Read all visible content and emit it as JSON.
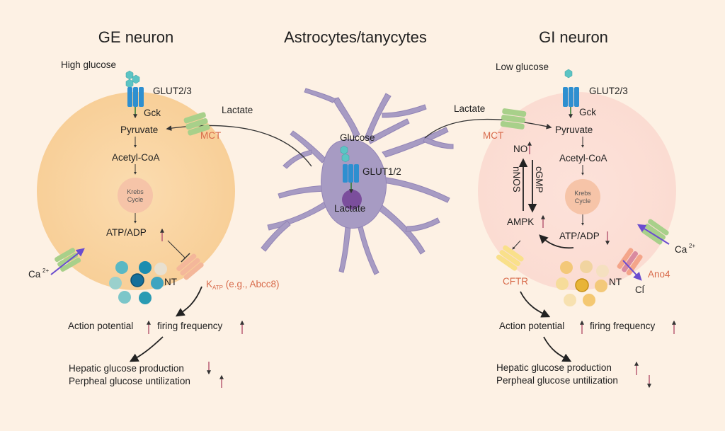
{
  "titles": {
    "ge": "GE neuron",
    "astro": "Astrocytes/tanycytes",
    "gi": "GI neuron"
  },
  "astro": {
    "glucose": "Glucose",
    "glut": "GLUT1/2",
    "lactate": "Lactate"
  },
  "ge": {
    "glucose_label": "High glucose",
    "glut": "GLUT2/3",
    "gck": "Gck",
    "pyruvate": "Pyruvate",
    "acetyl": "Acetyl-CoA",
    "krebs1": "Krebs",
    "krebs2": "Cycle",
    "atp": "ATP/ADP",
    "mct": "MCT",
    "lactate": "Lactate",
    "ca": "Ca",
    "ca_sup": "2+",
    "nt": "NT",
    "katp_k": "K",
    "katp_sub": "ATP",
    "katp_rest": " (e.g., Abcc8)",
    "ap": "Action potential",
    "firing": "firing frequency",
    "hepatic": "Hepatic glucose production",
    "peripheral": "Perpheal glucose untilization"
  },
  "gi": {
    "glucose_label": "Low glucose",
    "glut": "GLUT2/3",
    "gck": "Gck",
    "pyruvate": "Pyruvate",
    "acetyl": "Acetyl-CoA",
    "krebs1": "Krebs",
    "krebs2": "Cycle",
    "atp": "ATP/ADP",
    "mct": "MCT",
    "lactate": "Lactate",
    "no": "NO",
    "nnos": "nNOS",
    "cgmp": "cGMP",
    "ampk": "AMPK",
    "cftr": "CFTR",
    "nt": "NT",
    "ca": "Ca",
    "ca_sup": "2+",
    "ano4": "Ano4",
    "cl": "Cl",
    "cl_sup": "-",
    "ap": "Action potential",
    "firing": "firing frequency",
    "hepatic": "Hepatic glucose production",
    "peripheral": "Perpheal glucose untilization"
  }
}
